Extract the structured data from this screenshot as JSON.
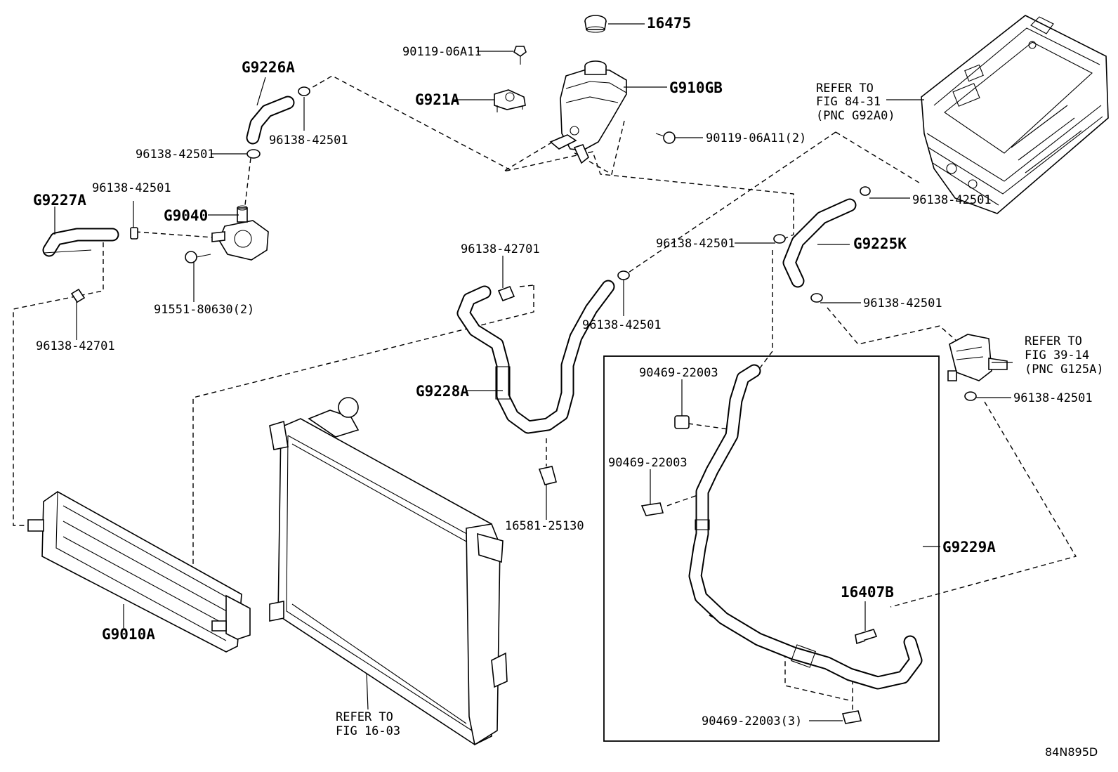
{
  "labels": {
    "p16475": "16475",
    "p90119_top": "90119-06A11",
    "g9226a": "G9226A",
    "g910gb": "G910GB",
    "g921a": "G921A",
    "p96138_a": "96138-42501",
    "p90119_2": "90119-06A11(2)",
    "p96138_b": "96138-42501",
    "refer_8431_1": "REFER TO",
    "refer_8431_2": "FIG 84-31",
    "refer_8431_3": "(PNC G92A0)",
    "p96138_c": "96138-42501",
    "g9227a": "G9227A",
    "g9040": "G9040",
    "p96138_d": "96138-42501",
    "p96138_e": "96138-42501",
    "g9225k": "G9225K",
    "p96138_42701_a": "96138-42701",
    "p91551": "91551-80630(2)",
    "p96138_42701_b": "96138-42701",
    "p96138_f": "96138-42501",
    "p96138_g": "96138-42501",
    "refer_3914_1": "REFER TO",
    "refer_3914_2": "FIG 39-14",
    "refer_3914_3": "(PNC G125A)",
    "p90469_a": "90469-22003",
    "g9228a": "G9228A",
    "p96138_h": "96138-42501",
    "p90469_b": "90469-22003",
    "p16581": "16581-25130",
    "g9229a": "G9229A",
    "p16407b": "16407B",
    "g9010a": "G9010A",
    "p90469_3": "90469-22003(3)",
    "refer_1603_1": "REFER TO",
    "refer_1603_2": "FIG 16-03",
    "diagram_code": "84N895D"
  }
}
